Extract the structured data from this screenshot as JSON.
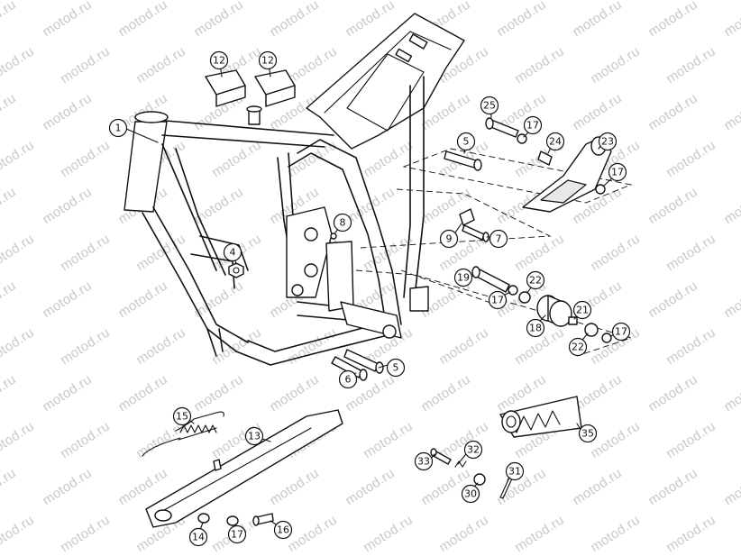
{
  "watermark": "motod.ru",
  "callouts": {
    "c1": "1",
    "c4": "4",
    "c5a": "5",
    "c5b": "5",
    "c6": "6",
    "c7": "7",
    "c8": "8",
    "c9": "9",
    "c12a": "12",
    "c12b": "12",
    "c13": "13",
    "c14": "14",
    "c15": "15",
    "c16": "16",
    "c17a": "17",
    "c17b": "17",
    "c17c": "17",
    "c17d": "17",
    "c17e": "17",
    "c18": "18",
    "c19": "19",
    "c21": "21",
    "c22a": "22",
    "c22b": "22",
    "c23": "23",
    "c24": "24",
    "c25": "25",
    "c30": "30",
    "c31": "31",
    "c32": "32",
    "c33": "33",
    "c35": "35"
  }
}
